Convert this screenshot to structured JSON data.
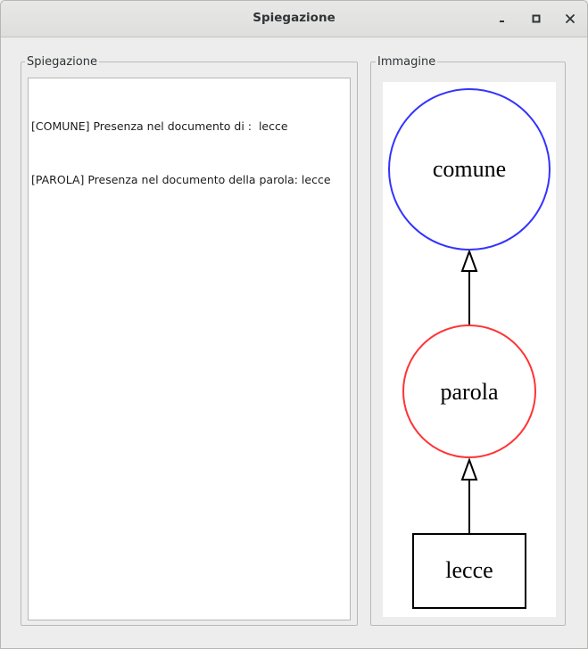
{
  "window": {
    "title": "Spiegazione",
    "controls": [
      "minimize",
      "maximize",
      "close"
    ]
  },
  "left_group": {
    "legend": "Spiegazione",
    "lines": [
      "[COMUNE] Presenza nel documento di :  lecce",
      "[PAROLA] Presenza nel documento della parola: lecce"
    ]
  },
  "right_group": {
    "legend": "Immagine",
    "graph": {
      "nodes": [
        {
          "id": "comune",
          "label": "comune",
          "shape": "circle",
          "color": "#3333ff"
        },
        {
          "id": "parola",
          "label": "parola",
          "shape": "circle",
          "color": "#ff3333"
        },
        {
          "id": "lecce",
          "label": "lecce",
          "shape": "box",
          "color": "#000000"
        }
      ],
      "edges": [
        {
          "from": "lecce",
          "to": "parola",
          "arrow": "hollow-triangle"
        },
        {
          "from": "parola",
          "to": "comune",
          "arrow": "hollow-triangle"
        }
      ]
    }
  }
}
